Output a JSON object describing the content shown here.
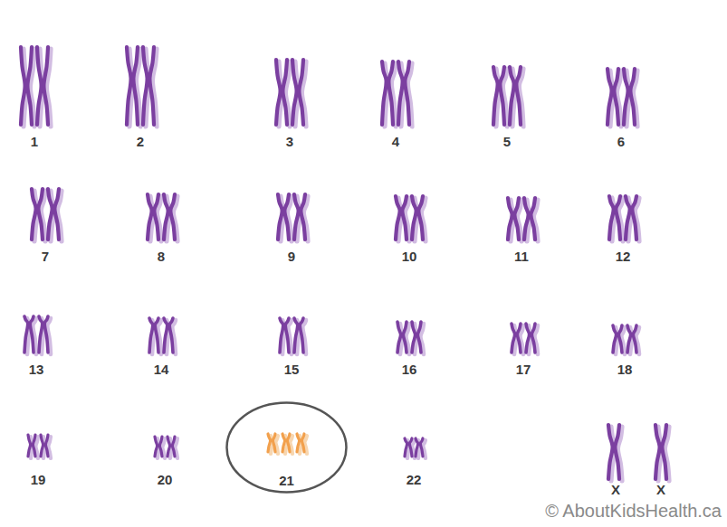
{
  "diagram": {
    "nodes": [
      {
        "text": [
          "21"
        ]
      }
    ],
    "labels": [
      "1",
      "2",
      "3",
      "4",
      "5",
      "6",
      "7",
      "8",
      "9",
      "10",
      "11",
      "12",
      "13",
      "14",
      "15",
      "16",
      "17",
      "18",
      "19",
      "20",
      "22",
      "X",
      "X",
      "© AboutKidsHealth.ca"
    ]
  }
}
